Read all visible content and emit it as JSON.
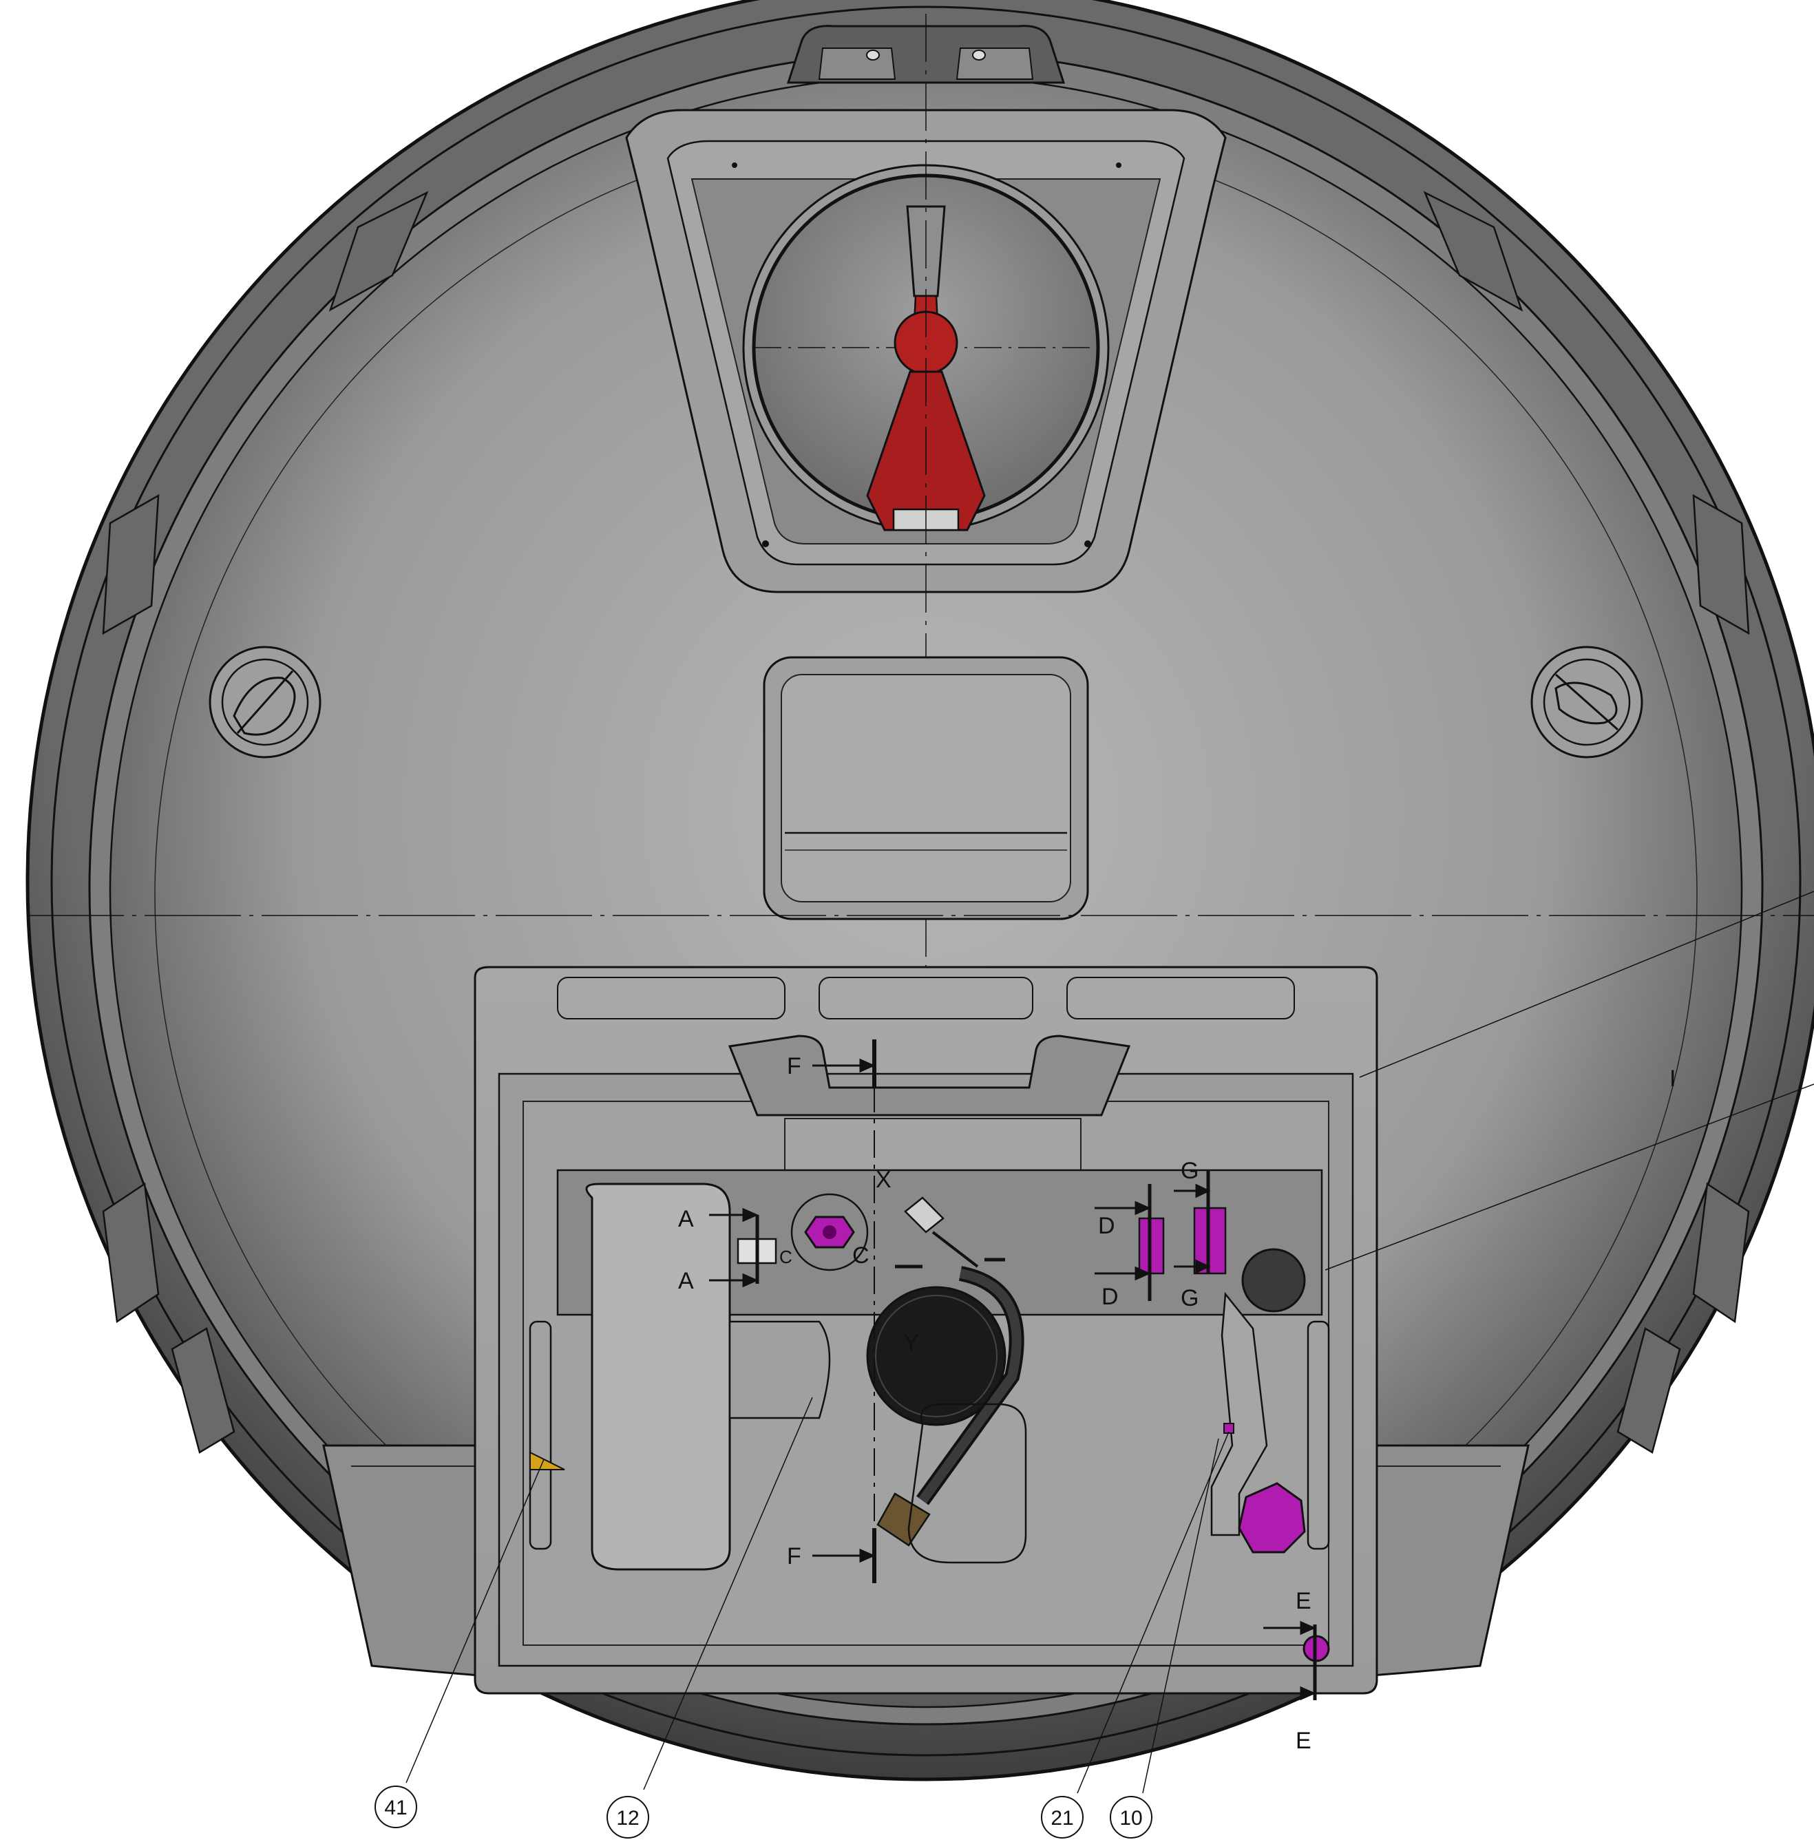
{
  "colors": {
    "body_dark": "#4a4a4a",
    "body_mid": "#8c8c8c",
    "body_light": "#b4b4b4",
    "handle_red": "#b32020",
    "part_magenta": "#b01cb0",
    "line": "#111111",
    "background": "#ffffff"
  },
  "section_marks": {
    "a_top": "A",
    "a_bottom": "A",
    "c": "C",
    "c_small": "C",
    "d_top": "D",
    "d_bottom": "D",
    "g_top": "G",
    "g_bottom": "G",
    "f_top": "F",
    "f_bottom": "F",
    "e_top": "E",
    "e_bottom": "E",
    "x": "X",
    "y": "Y",
    "i": "I"
  },
  "callouts": [
    {
      "id": "41"
    },
    {
      "id": "12"
    },
    {
      "id": "21"
    },
    {
      "id": "10"
    }
  ]
}
